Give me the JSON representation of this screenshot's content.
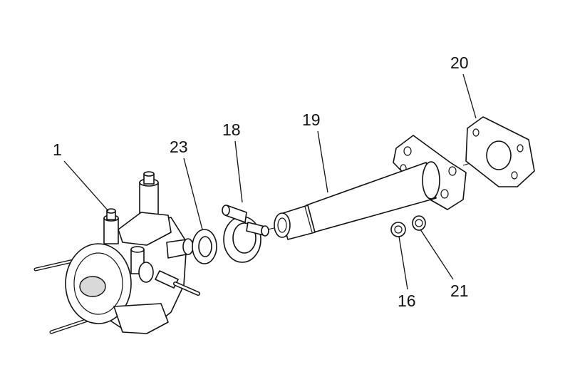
{
  "diagram": {
    "callouts": [
      {
        "id": "1",
        "text": "1"
      },
      {
        "id": "23",
        "text": "23"
      },
      {
        "id": "18",
        "text": "18"
      },
      {
        "id": "19",
        "text": "19"
      },
      {
        "id": "20",
        "text": "20"
      },
      {
        "id": "16",
        "text": "16"
      },
      {
        "id": "21",
        "text": "21"
      }
    ]
  }
}
